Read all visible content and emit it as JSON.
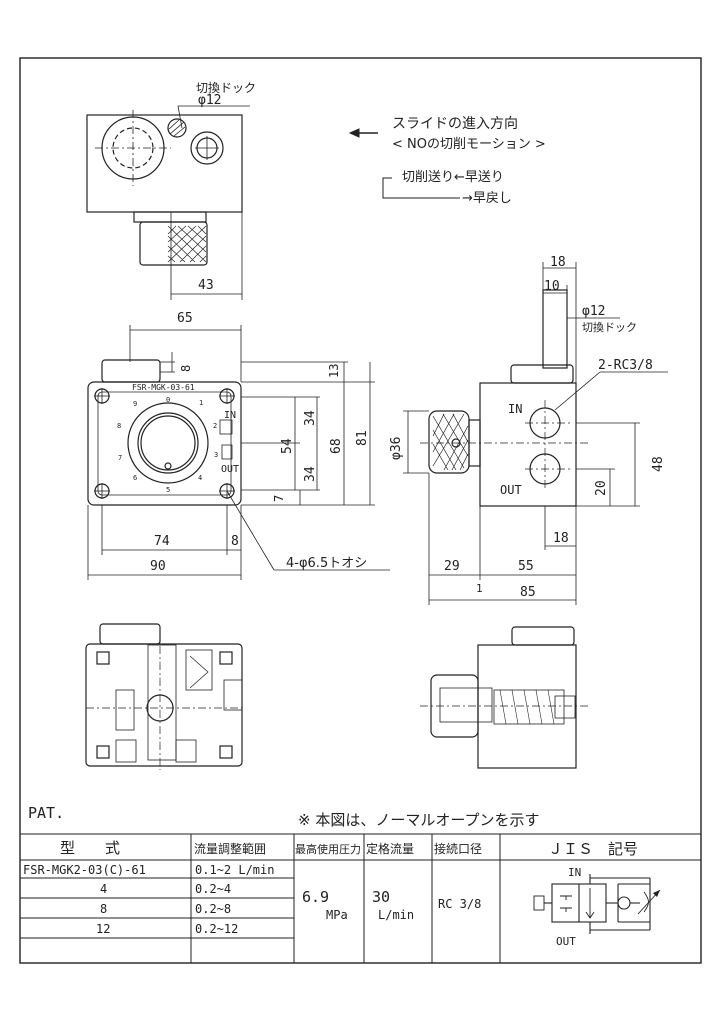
{
  "top_view": {
    "dock_label": "切換ドック",
    "dock_dia": "φ12",
    "dim_width": "43"
  },
  "direction_note": {
    "line1": "スライドの進入方向",
    "line2": "< NOの切削モーション >",
    "line3": "切削送り←早送り",
    "line4": "→早戻し"
  },
  "front_view": {
    "nameplate": "FSR-MGK-03-61",
    "port_in": "IN",
    "port_out": "OUT",
    "scale": [
      "0",
      "1",
      "2",
      "3",
      "4",
      "5",
      "6",
      "7",
      "8",
      "9"
    ],
    "dims": {
      "w65": "65",
      "d8": "8",
      "d13": "13",
      "d34a": "34",
      "d54": "54",
      "d68": "68",
      "d81": "81",
      "d34b": "34",
      "d7": "7",
      "d74": "74",
      "d8b": "8",
      "d90": "90"
    },
    "hole_note": "4-φ6.5トオシ"
  },
  "side_view": {
    "d18_top": "18",
    "d10": "10",
    "dock_dia": "φ12",
    "dock_label": "切換ドック",
    "port_note": "2-RC3/8",
    "port_in": "IN",
    "port_out": "OUT",
    "d36": "φ36",
    "d48": "48",
    "d20": "20",
    "d18_bottom": "18",
    "d29": "29",
    "d55": "55",
    "d1": "1",
    "d85": "85"
  },
  "pat_label": "PAT.",
  "note": "※ 本図は、ノーマルオープンを示す",
  "table": {
    "headers": [
      "型　　式",
      "流量調整範囲",
      "最高使用圧力",
      "定格流量",
      "接続口径",
      "ＪＩＳ　記号"
    ],
    "rows": [
      {
        "model": "FSR-MGK2-03(C)-61",
        "range": "0.1~2 L/min"
      },
      {
        "model": "4",
        "range": "0.2~4"
      },
      {
        "model": "8",
        "range": "0.2~8"
      },
      {
        "model": "12",
        "range": "0.2~12"
      }
    ],
    "pressure_value": "6.9",
    "pressure_unit": "MPa",
    "flow_value": "30",
    "flow_unit": "L/min",
    "port_size": "RC 3/8",
    "jis_in": "IN",
    "jis_out": "OUT"
  }
}
